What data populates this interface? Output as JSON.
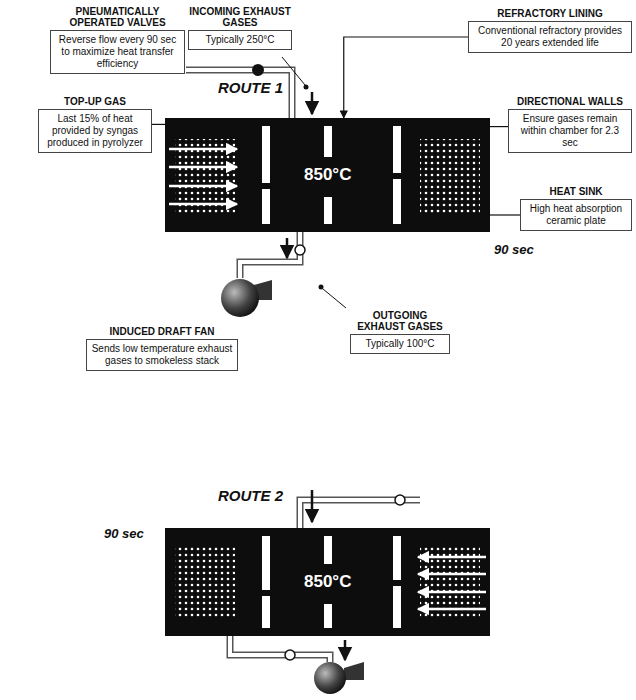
{
  "diagram": {
    "nodes": [
      {
        "text": [
          "PNEUMATICALLY OPERATED VALVES",
          "Reverse flow every 90 sec to maximize heat transfer efficiency"
        ]
      },
      {
        "text": [
          "INCOMING EXHAUST GASES",
          "Typically 250°C"
        ]
      },
      {
        "text": [
          "REFRACTORY LINING",
          "Conventional refractory provides 20 years extended life"
        ]
      },
      {
        "text": [
          "DIRECTIONAL WALLS",
          "Ensure gases remain within chamber for 2.3 sec"
        ]
      },
      {
        "text": [
          "TOP-UP GAS",
          "Last 15% of heat provided by syngas produced in pyrolyzer"
        ]
      },
      {
        "text": [
          "850°C"
        ]
      },
      {
        "text": [
          "HEAT SINK",
          "High heat absorption ceramic plate"
        ]
      },
      {
        "text": [
          "INDUCED DRAFT FAN",
          "Sends low temperature exhaust gases to smokeless stack"
        ]
      },
      {
        "text": [
          "OUTGOING EXHAUST GASES",
          "Typically 100°C"
        ]
      },
      {
        "text": [
          "850°C"
        ]
      }
    ],
    "edges": [
      {
        "from": 2,
        "to": 5,
        "arrow": "to"
      },
      {
        "from": 3,
        "to": 5,
        "arrow": "none"
      },
      {
        "from": 4,
        "to": 5,
        "arrow": "none"
      },
      {
        "from": 6,
        "to": 5,
        "arrow": "none"
      }
    ],
    "labels": [
      "ROUTE 1",
      "90 sec",
      "ROUTE 2",
      "90 sec"
    ]
  }
}
